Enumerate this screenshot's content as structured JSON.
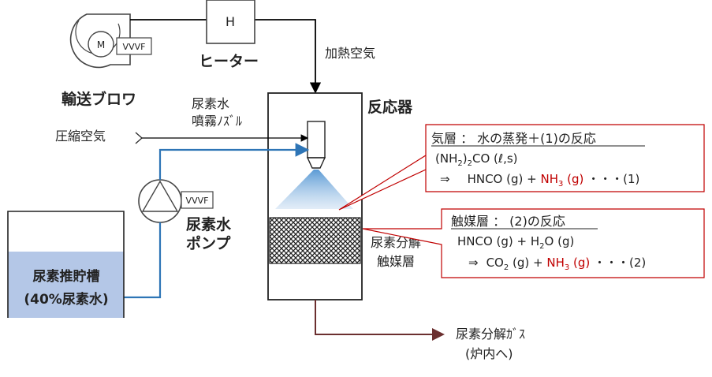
{
  "blower": {
    "label": "輸送ブロワ",
    "motor": "M",
    "vvvf": "VVVF"
  },
  "heater": {
    "symbol": "H",
    "label": "ヒーター"
  },
  "heated_air": "加熱空気",
  "reactor": {
    "label": "反応器"
  },
  "nozzle": {
    "line1": "尿素水",
    "line2": "噴霧ﾉｽﾞﾙ"
  },
  "compressed_air": "圧縮空気",
  "pump": {
    "line1": "尿素水",
    "line2": "ポンプ",
    "vvvf": "VVVF"
  },
  "tank": {
    "line1": "尿素推貯槽",
    "line2": "(40%尿素水)"
  },
  "catalyst_layer": {
    "line1": "尿素分解",
    "line2": "触媒層"
  },
  "outlet": {
    "line1": "尿素分解ｶﾞｽ",
    "line2": "(炉内へ)"
  },
  "gas_box": {
    "title": "気層 ： 水の蒸発＋(1)の反応",
    "eq1_a": "(NH",
    "eq1_sub": "2",
    "eq1_b": ")",
    "eq1_sub2": "2",
    "eq1_c": "CO (ℓ,s)",
    "eq2_arrow": "⇒",
    "eq2_a": "HNCO (g) + ",
    "eq2_nh3": "NH",
    "eq2_nh3_sub": "3",
    "eq2_nh3_g": " (g)",
    "eq2_end": " ・・・(1)"
  },
  "cat_box": {
    "title": "触媒層 ： (2)の反応",
    "eq1_a": "HNCO (g) + H",
    "eq1_sub": "2",
    "eq1_b": "O (g)",
    "eq2_arrow": "⇒",
    "eq2_a": "CO",
    "eq2_sub": "2",
    "eq2_b": " (g) + ",
    "eq2_nh3": "NH",
    "eq2_nh3_sub": "3",
    "eq2_nh3_g": " (g)",
    "eq2_end": " ・・・(2)"
  }
}
